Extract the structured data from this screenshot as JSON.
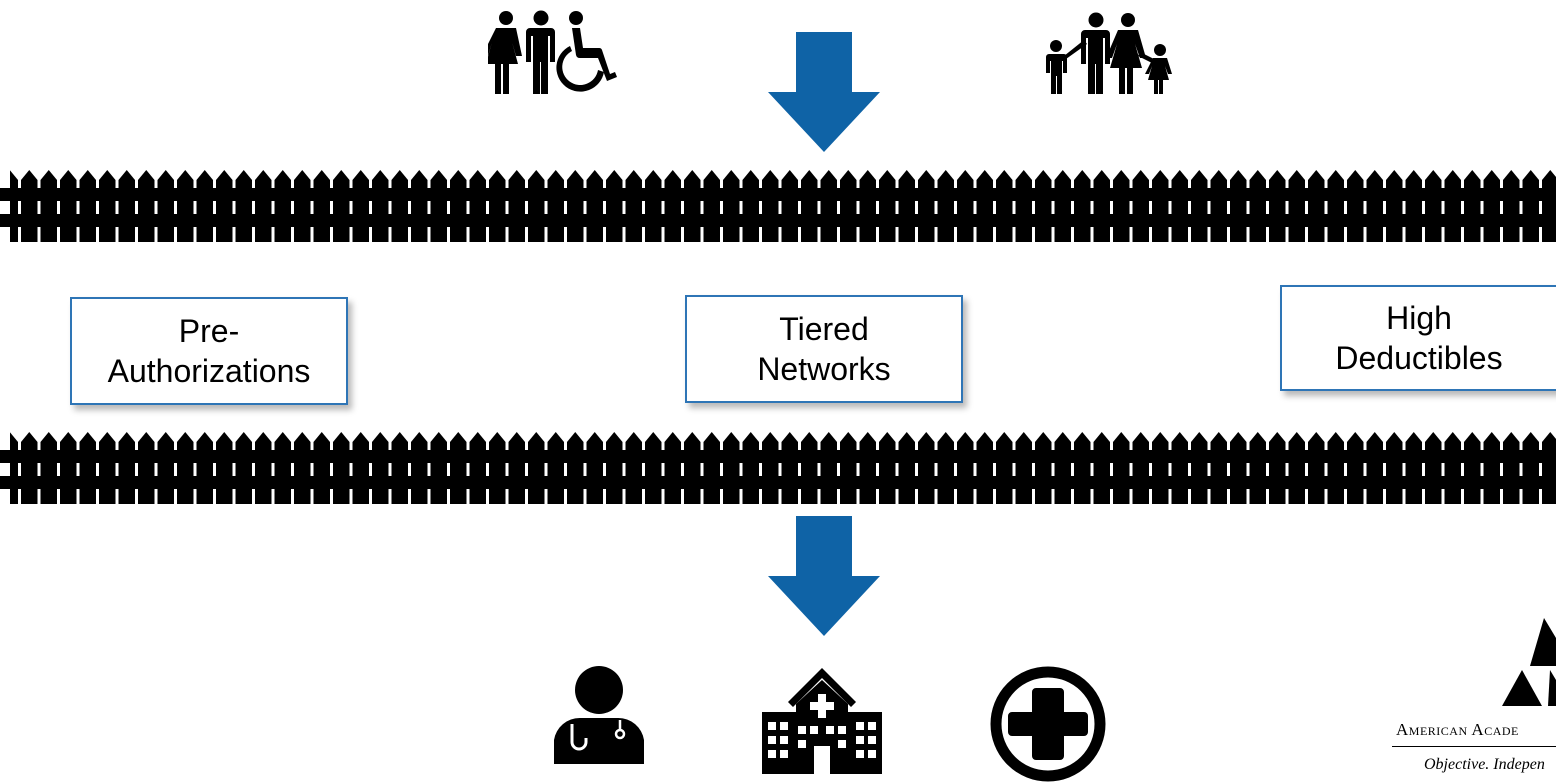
{
  "gates": [
    {
      "id": "pre-authorizations",
      "line1": "Pre-",
      "line2": "Authorizations"
    },
    {
      "id": "tiered-networks",
      "line1": "Tiered",
      "line2": "Networks"
    },
    {
      "id": "high-deductibles",
      "line1": "High",
      "line2": "Deductibles"
    }
  ],
  "logo": {
    "name_text": "American Acade",
    "tagline_text": "Objective. Indepen"
  },
  "icons": {
    "top_left": "people-and-wheelchair-user-icon",
    "top_right": "family-icon",
    "bottom": [
      "doctor-icon",
      "hospital-icon",
      "medical-cross-icon"
    ]
  },
  "colors": {
    "arrow": "#0f63a6",
    "box_border": "#2e75b6",
    "fence": "#000000"
  }
}
